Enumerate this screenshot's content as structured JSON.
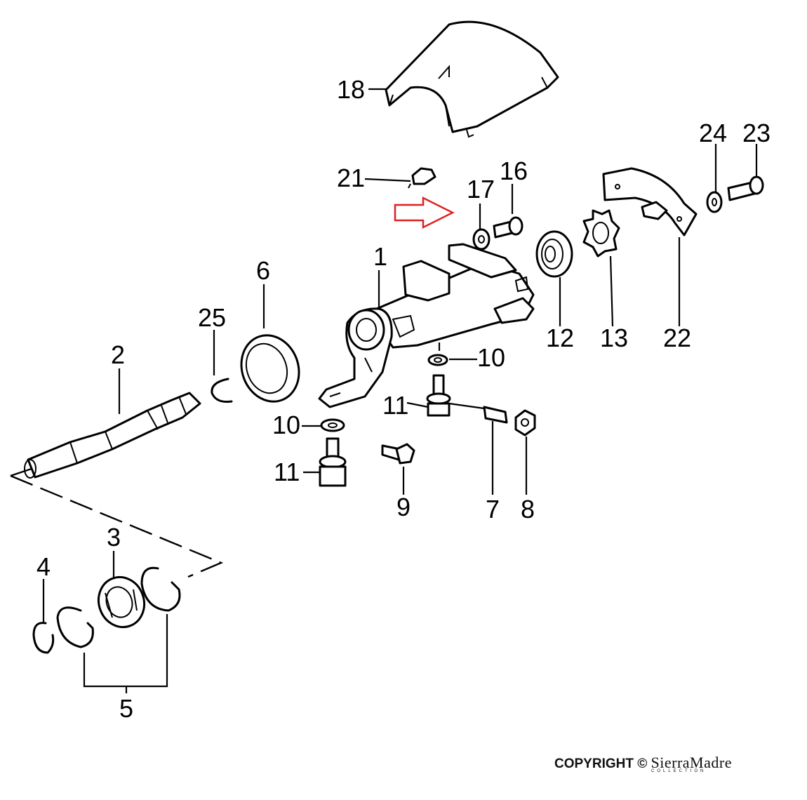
{
  "diagram": {
    "callouts": {
      "c1": "1",
      "c2": "2",
      "c3": "3",
      "c4": "4",
      "c5": "5",
      "c6": "6",
      "c7": "7",
      "c8": "8",
      "c9": "9",
      "c10a": "10",
      "c10b": "10",
      "c11a": "11",
      "c11b": "11",
      "c12": "12",
      "c13": "13",
      "c16": "16",
      "c17": "17",
      "c18": "18",
      "c21": "21",
      "c22": "22",
      "c23": "23",
      "c24": "24",
      "c25": "25"
    },
    "highlight_color": "#e02020"
  },
  "footer": {
    "copyright": "COPYRIGHT ©",
    "brand": "SierraMadre",
    "brand_sub": "COLLECTION"
  }
}
